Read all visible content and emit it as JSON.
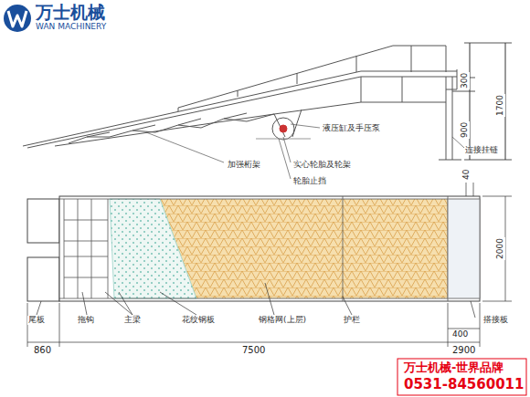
{
  "diagram": {
    "labels": [
      "万士机械",
      "WAN MACHINERY",
      "300",
      "900",
      "1700",
      "液压缸及手压泵",
      "加强桁架",
      "实心轮胎及轮架",
      "轮胎止挡",
      "连接挂链",
      "40",
      "2000",
      "尾板",
      "拖钩",
      "主梁",
      "花纹钢板",
      "钢格网(上层)",
      "护栏",
      "400",
      "搭接板",
      "860",
      "7500",
      "2900",
      "万士机械-世界品牌",
      "0531-84560011"
    ]
  }
}
